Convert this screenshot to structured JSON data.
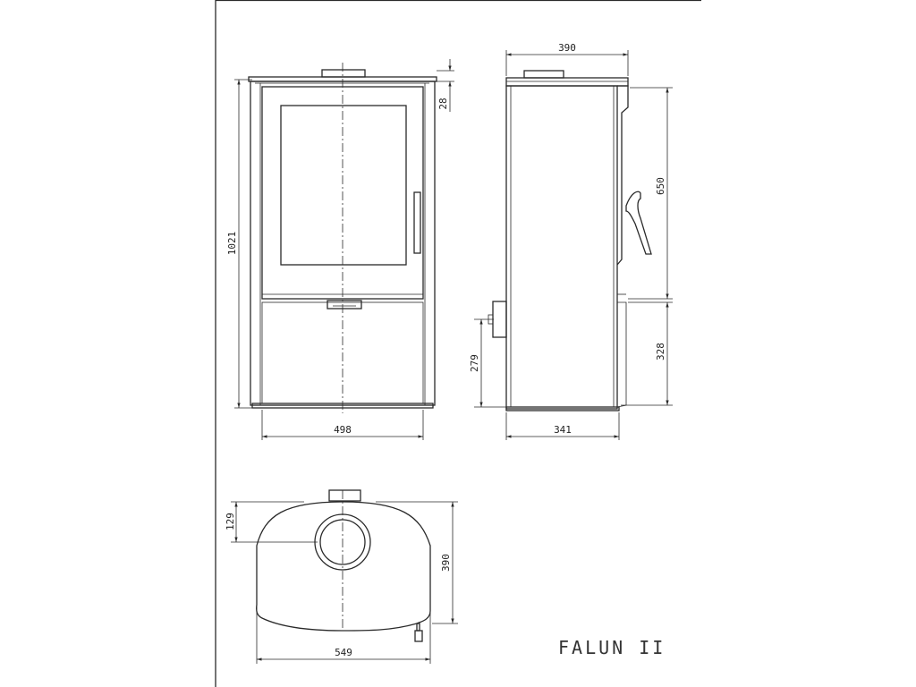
{
  "title": "FALUN II",
  "front_view": {
    "height_label": "1021",
    "width_label": "498",
    "top_offset_label": "28"
  },
  "side_view": {
    "width_top_label": "390",
    "width_bottom_label": "341",
    "door_height_label": "650",
    "lower_height_label": "328",
    "outlet_height_label": "279"
  },
  "top_view": {
    "width_label": "549",
    "depth_label": "390",
    "flue_offset_label": "129"
  }
}
